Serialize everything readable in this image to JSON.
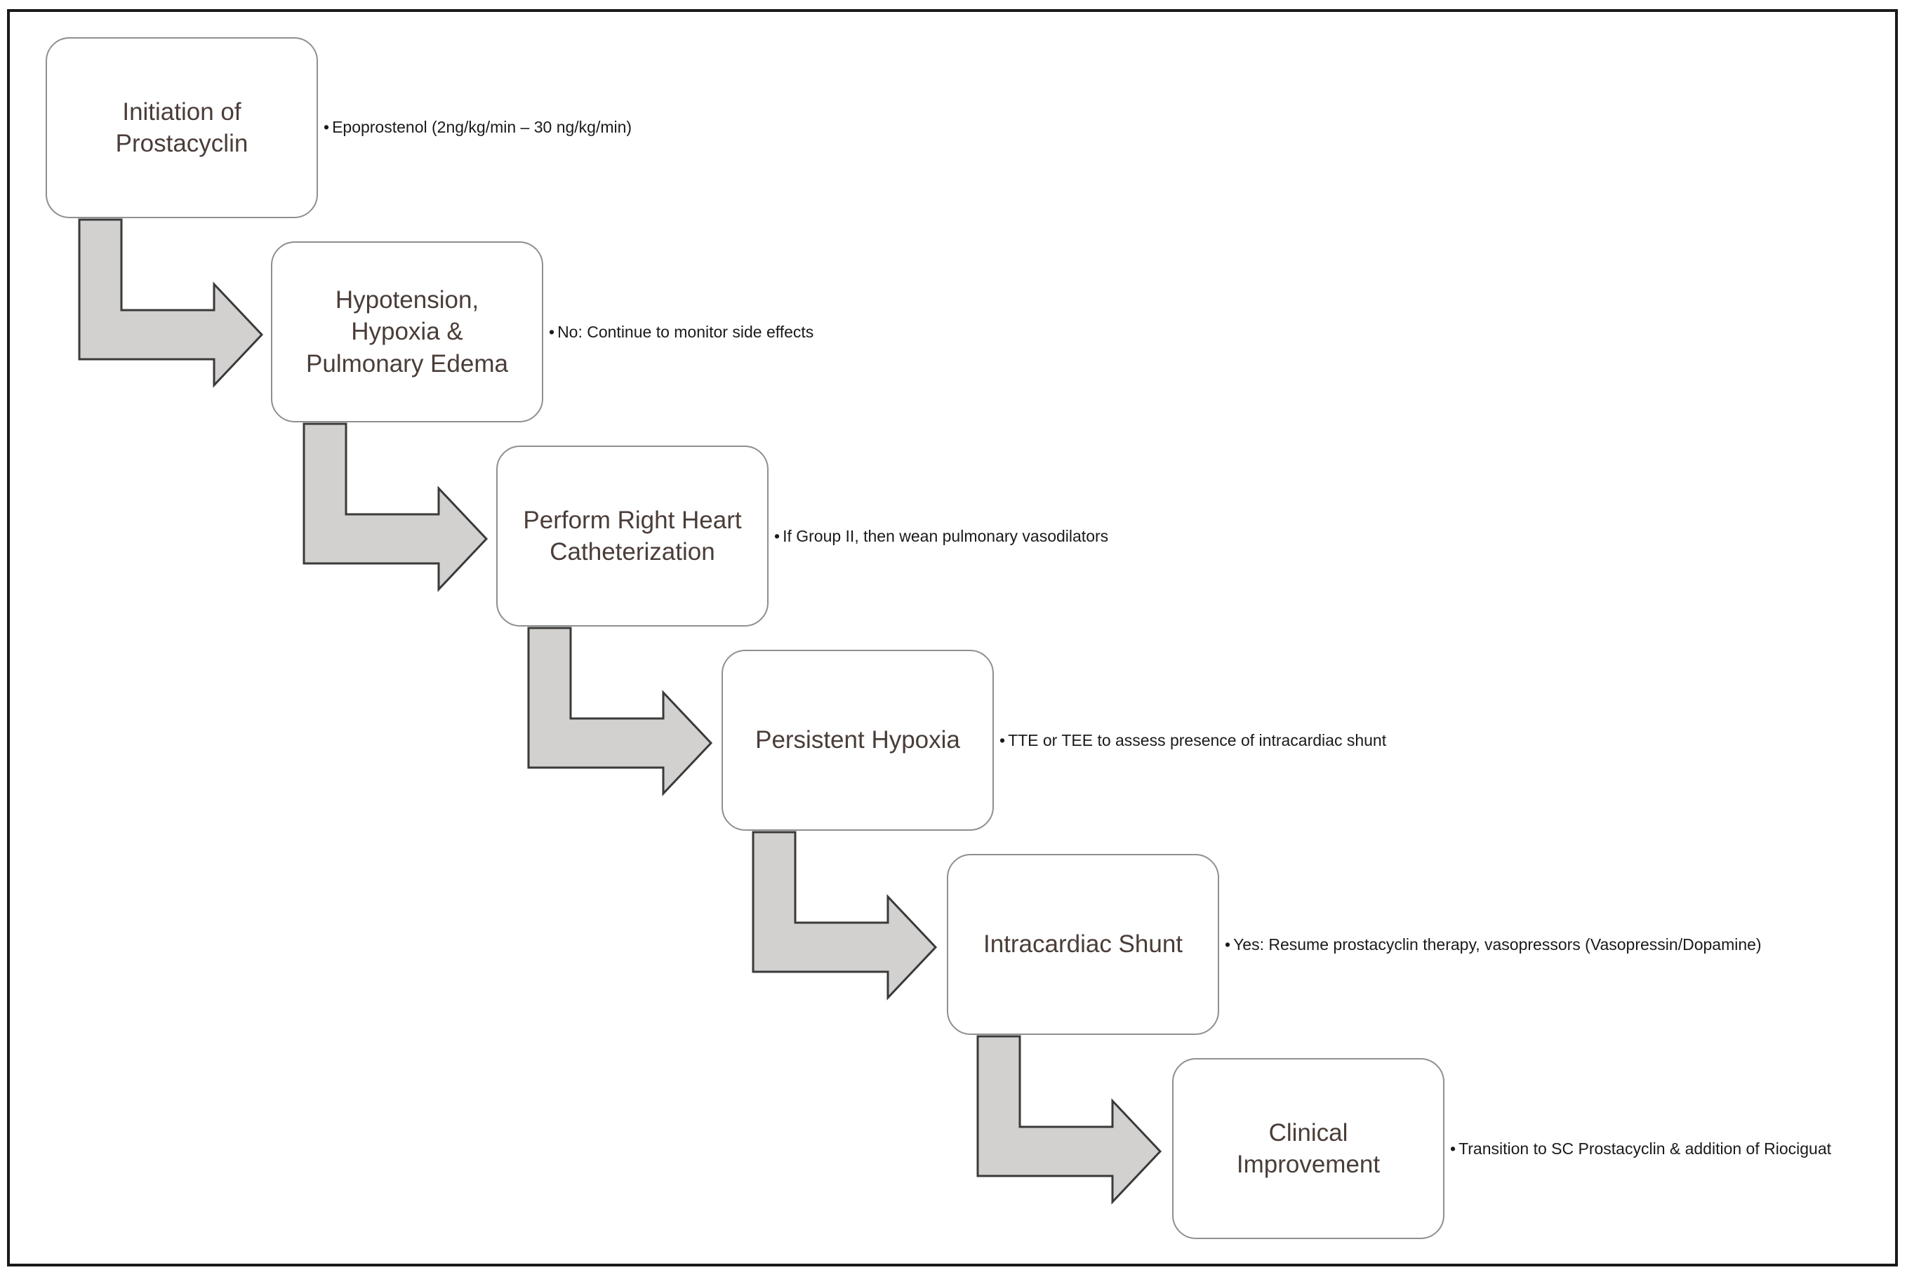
{
  "steps": [
    {
      "label": "Initiation of\nProstacyclin",
      "note": "Epoprostenol (2ng/kg/min – 30 ng/kg/min)"
    },
    {
      "label": "Hypotension,\nHypoxia &\nPulmonary Edema",
      "note": "No: Continue to monitor side effects"
    },
    {
      "label": "Perform Right Heart\nCatheterization",
      "note": "If Group II, then wean pulmonary vasodilators"
    },
    {
      "label": "Persistent Hypoxia",
      "note": "TTE or TEE to assess presence of intracardiac shunt"
    },
    {
      "label": "Intracardiac Shunt",
      "note": "Yes: Resume prostacyclin therapy, vasopressors (Vasopressin/Dopamine)"
    },
    {
      "label": "Clinical\nImprovement",
      "note": "Transition to SC Prostacyclin & addition of Riociguat"
    }
  ],
  "bullet_symbol": "•",
  "colors": {
    "arrow_fill": "#d3d1cf",
    "arrow_stroke": "#3a3a3a",
    "box_border": "#8f8f8f",
    "label_text": "#4a3d38",
    "note_text": "#1a1a1a",
    "frame_border": "#1a1a1a"
  }
}
